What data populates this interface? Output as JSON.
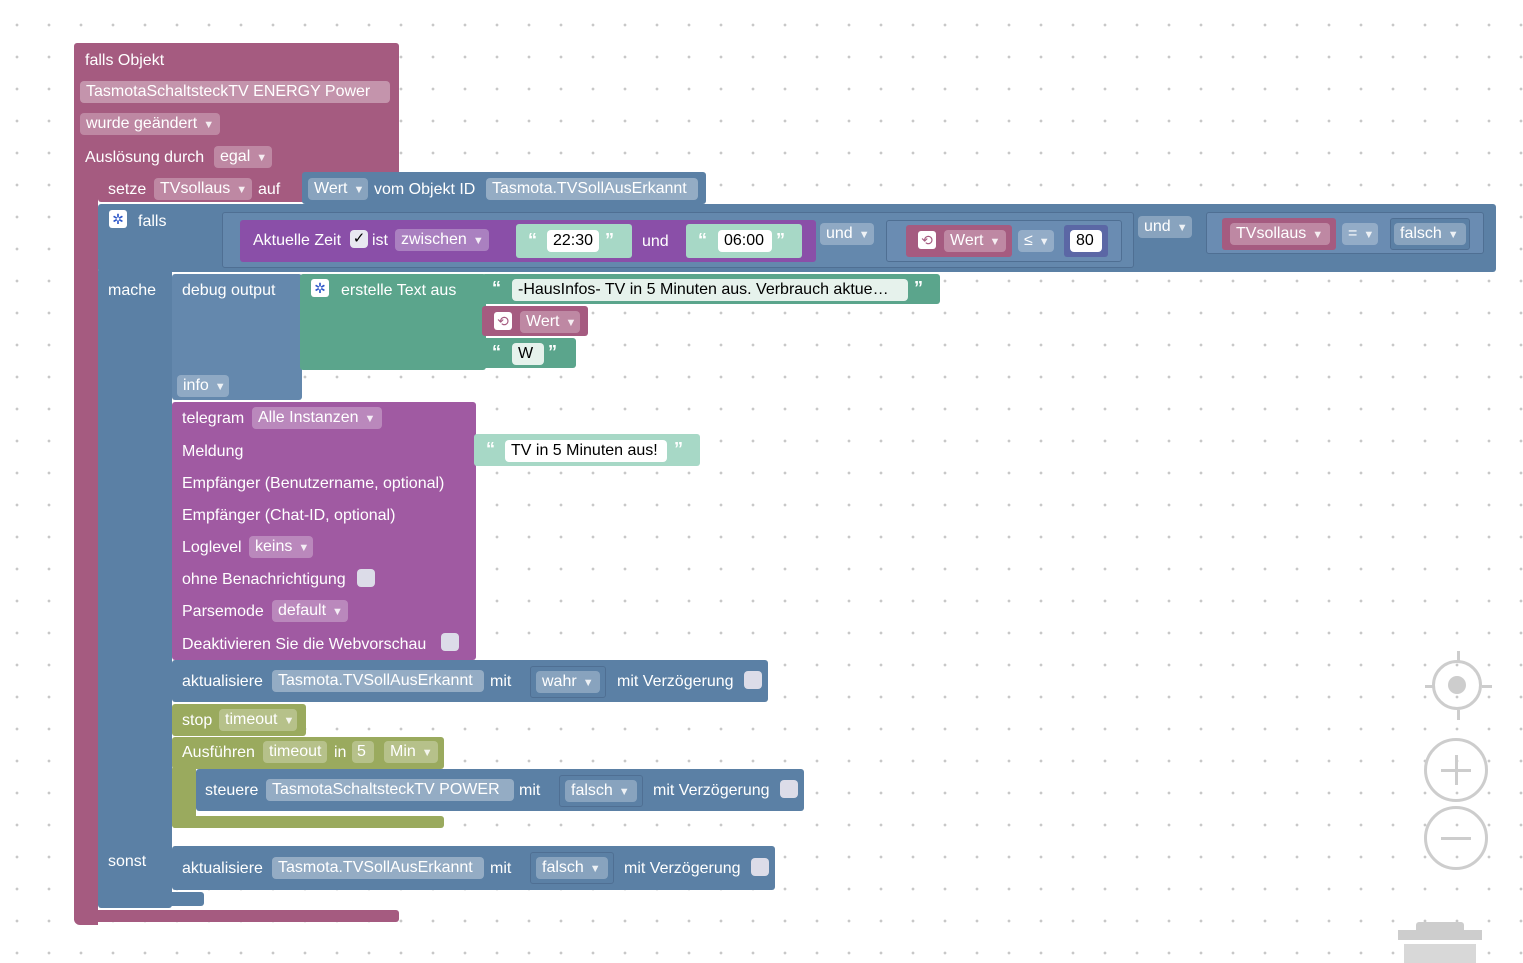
{
  "trigger": {
    "header": "falls Objekt",
    "object_id": "TasmotaSchaltsteckTV ENERGY  Power",
    "condition": "wurde geändert",
    "trigger_by_label": "Auslösung durch",
    "trigger_by_value": "egal"
  },
  "set_var": {
    "label": "setze",
    "var": "TVsollaus",
    "to": "auf",
    "attr": "Wert",
    "from_label": "vom Objekt ID",
    "object_id": "Tasmota.TVSollAusErkannt"
  },
  "if_block": {
    "label": "falls",
    "do_label": "mache",
    "else_label": "sonst",
    "time_label": "Aktuelle Zeit",
    "time_check": "✓",
    "is_label": "ist",
    "range": "zwischen",
    "start": "22:30",
    "and_label": "und",
    "end": "06:00",
    "logic1": "und",
    "value_label": "Wert",
    "compare_op": "≤",
    "compare_value": "80",
    "logic2": "und",
    "var2": "TVsollaus",
    "eq_op": "=",
    "bool_value": "falsch"
  },
  "debug": {
    "label": "debug output",
    "level": "info",
    "text_create": "erstelle Text aus",
    "text1": "-HausInfos- TV in 5 Minuten aus. Verbrauch aktue…",
    "text2": "Wert",
    "text3": "W"
  },
  "telegram": {
    "label": "telegram",
    "instance": "Alle Instanzen",
    "message_label": "Meldung",
    "message": "TV in 5 Minuten aus!",
    "recipient_user": "Empfänger (Benutzername, optional)",
    "recipient_chat": "Empfänger (Chat-ID, optional)",
    "loglevel_label": "Loglevel",
    "loglevel": "keins",
    "silent_label": "ohne Benachrichtigung",
    "parse_label": "Parsemode",
    "parse": "default",
    "preview_label": "Deaktivieren Sie die Webvorschau"
  },
  "update1": {
    "label": "aktualisiere",
    "object_id": "Tasmota.TVSollAusErkannt",
    "with_label": "mit",
    "value": "wahr",
    "delay_label": "mit Verzögerung"
  },
  "stop_timeout": {
    "label": "stop",
    "name": "timeout"
  },
  "run_timeout": {
    "label": "Ausführen",
    "name": "timeout",
    "in_label": "in",
    "amount": "5",
    "unit": "Min"
  },
  "control": {
    "label": "steuere",
    "object_id": "TasmotaSchaltsteckTV POWER",
    "with_label": "mit",
    "value": "falsch",
    "delay_label": "mit Verzögerung"
  },
  "update2": {
    "label": "aktualisiere",
    "object_id": "Tasmota.TVSollAusErkannt",
    "with_label": "mit",
    "value": "falsch",
    "delay_label": "mit Verzögerung"
  },
  "colors": {
    "event": "#a55b80",
    "logic": "#5b80a5",
    "text": "#5ba58c",
    "time": "#8a4fa8",
    "telegram": "#a05aa2",
    "timeout": "#9aaa5e"
  },
  "icons": {
    "gear": "gear-icon",
    "refresh": "refresh-icon",
    "target": "crosshair-icon",
    "zoom_in": "zoom-in-icon",
    "zoom_out": "zoom-out-icon",
    "trash": "trash-icon"
  }
}
